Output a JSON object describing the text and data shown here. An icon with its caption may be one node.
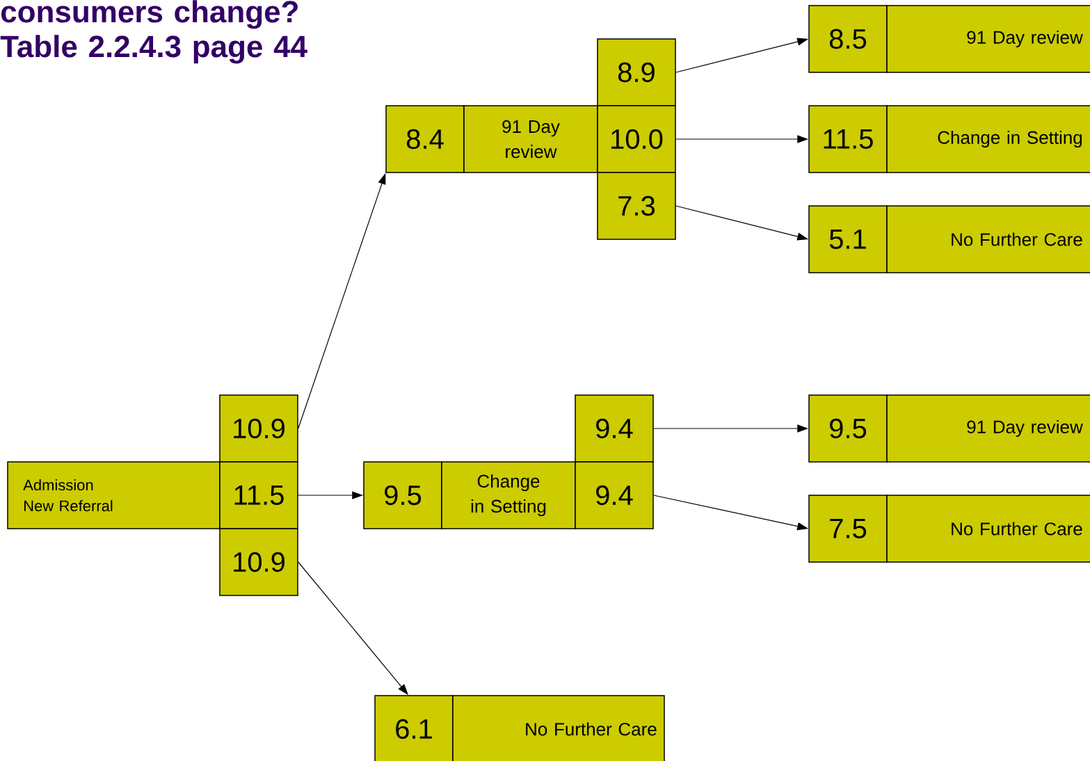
{
  "diagram": {
    "title": "consumers change? Table 2.2.4.3 page 44",
    "nodes": [
      {
        "text": [
          "Admission New Referral"
        ]
      },
      {
        "text": [
          "10.9"
        ]
      },
      {
        "text": [
          "11.5"
        ]
      },
      {
        "text": [
          "10.9"
        ]
      },
      {
        "text": [
          "8.4"
        ]
      },
      {
        "text": [
          "91 Day review"
        ]
      },
      {
        "text": [
          "8.9"
        ]
      },
      {
        "text": [
          "10.0"
        ]
      },
      {
        "text": [
          "7.3"
        ]
      },
      {
        "text": [
          "8.5"
        ]
      },
      {
        "text": [
          "91 Day review"
        ]
      },
      {
        "text": [
          "11.5"
        ]
      },
      {
        "text": [
          "Change in Setting"
        ]
      },
      {
        "text": [
          "5.1"
        ]
      },
      {
        "text": [
          "No Further Care"
        ]
      },
      {
        "text": [
          "9.5"
        ]
      },
      {
        "text": [
          "Change in Setting"
        ]
      },
      {
        "text": [
          "9.4"
        ]
      },
      {
        "text": [
          "9.4"
        ]
      },
      {
        "text": [
          "9.5"
        ]
      },
      {
        "text": [
          "91 Day review"
        ]
      },
      {
        "text": [
          "7.5"
        ]
      },
      {
        "text": [
          "No Further Care"
        ]
      },
      {
        "text": [
          "6.1"
        ]
      },
      {
        "text": [
          "No Further Care"
        ]
      }
    ],
    "edges": [
      {
        "from": 1,
        "to": 4,
        "arrow": "to"
      },
      {
        "from": 2,
        "to": 15,
        "arrow": "to"
      },
      {
        "from": 3,
        "to": 23,
        "arrow": "to"
      },
      {
        "from": 6,
        "to": 9,
        "arrow": "to"
      },
      {
        "from": 7,
        "to": 11,
        "arrow": "to"
      },
      {
        "from": 8,
        "to": 13,
        "arrow": "to"
      },
      {
        "from": 17,
        "to": 19,
        "arrow": "to"
      },
      {
        "from": 18,
        "to": 21,
        "arrow": "to"
      }
    ]
  }
}
